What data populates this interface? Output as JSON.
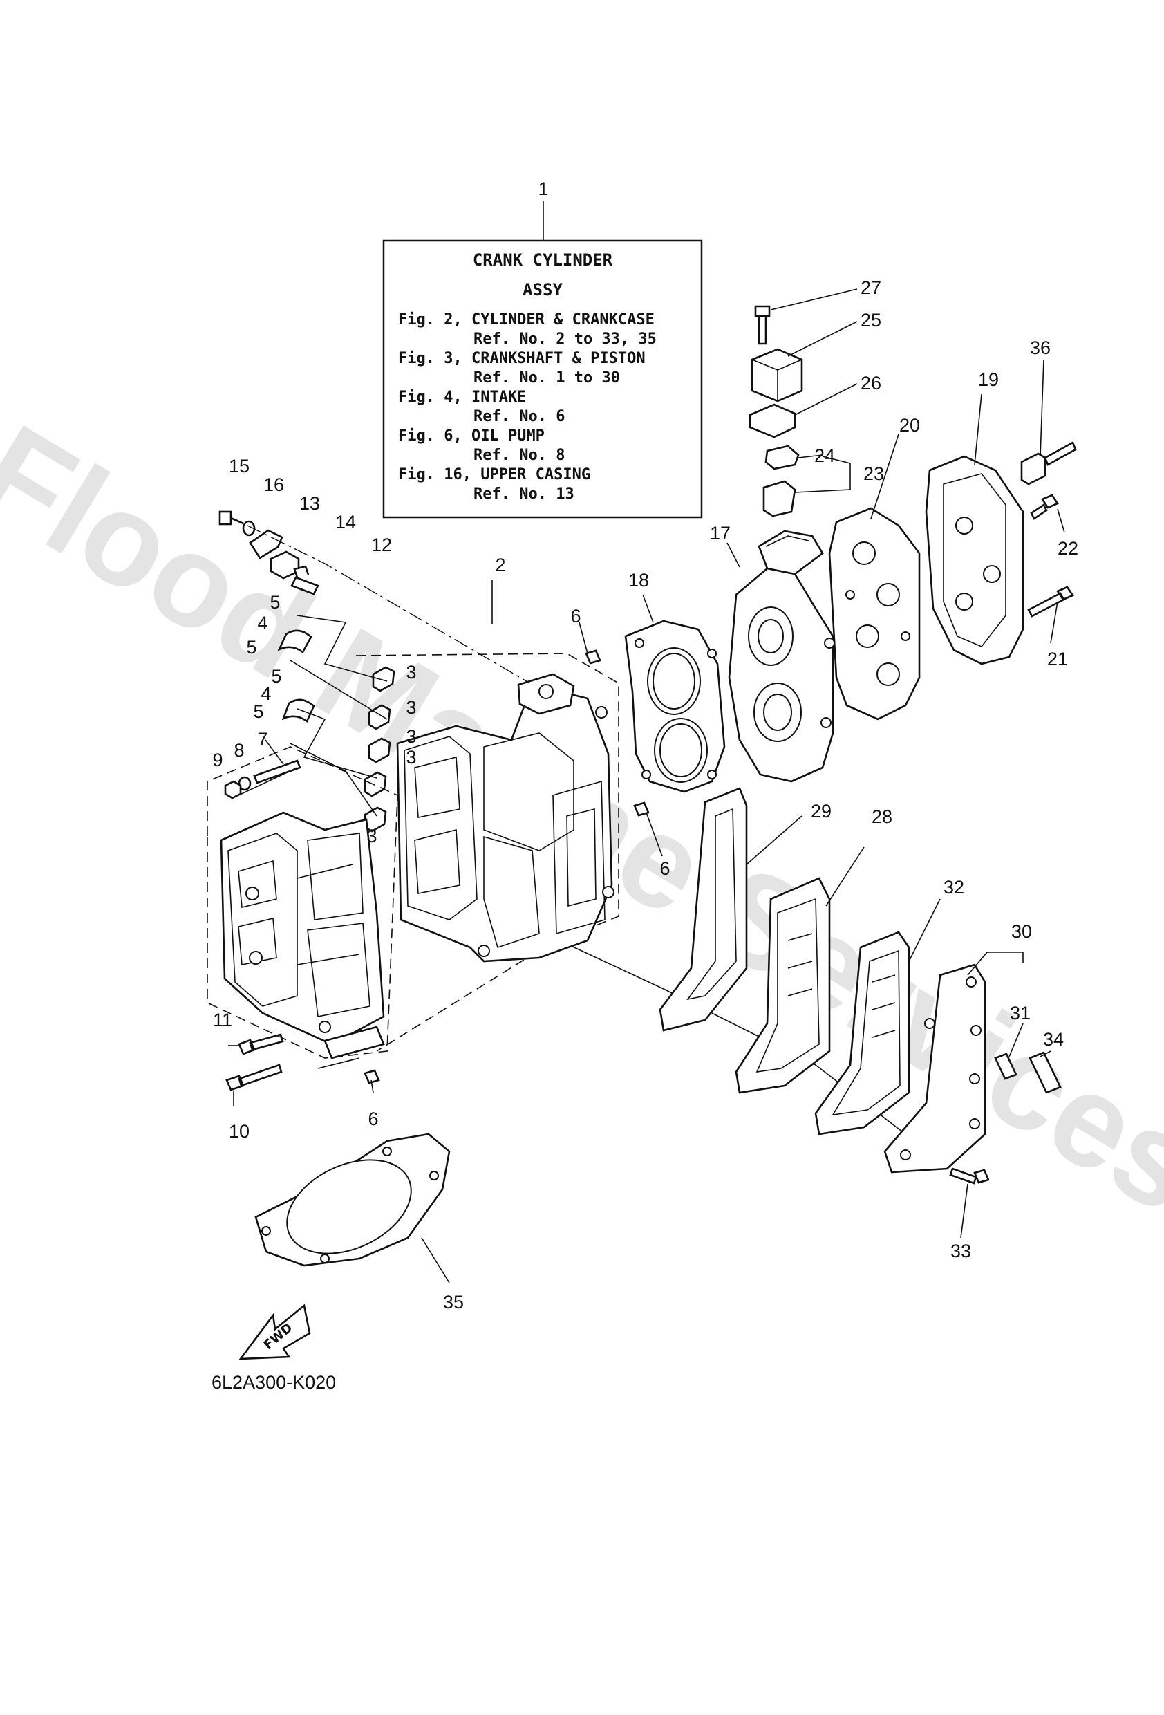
{
  "ref_box": {
    "title_line1": "CRANK  CYLINDER",
    "title_line2": "ASSY",
    "lines": [
      "Fig. 2, CYLINDER & CRANKCASE",
      "Ref. No. 2 to 33, 35",
      "Fig. 3, CRANKSHAFT & PISTON",
      "Ref. No. 1 to 30",
      "Fig. 4, INTAKE",
      "Ref. No. 6",
      "Fig. 6, OIL PUMP",
      "Ref. No. 8",
      "Fig. 16, UPPER CASING",
      "Ref. No. 13"
    ]
  },
  "callouts": [
    "1",
    "2",
    "3",
    "3",
    "3",
    "3",
    "3",
    "4",
    "4",
    "5",
    "5",
    "5",
    "5",
    "6",
    "6",
    "6",
    "7",
    "8",
    "9",
    "10",
    "11",
    "12",
    "13",
    "14",
    "15",
    "16",
    "17",
    "18",
    "19",
    "20",
    "21",
    "22",
    "23",
    "24",
    "25",
    "26",
    "27",
    "28",
    "29",
    "30",
    "31",
    "32",
    "33",
    "34",
    "35",
    "36"
  ],
  "fwd_label": "FWD",
  "diagram_code": "6L2A300-K020",
  "watermark": "Flood Marine Services"
}
